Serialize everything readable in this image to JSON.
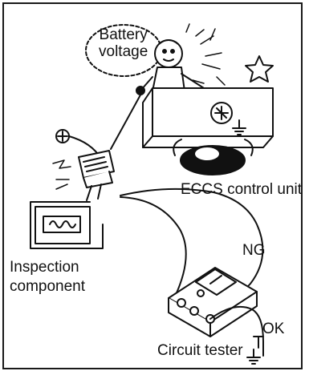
{
  "labels": {
    "battery_voltage_line1": "Battery",
    "battery_voltage_line2": "voltage",
    "control_unit": "ECCS control unit",
    "ng": "NG",
    "inspection_component_line1": "Inspection",
    "inspection_component_line2": "component",
    "ok": "OK",
    "circuit_tester": "Circuit tester"
  },
  "colors": {
    "line": "#111111",
    "background": "#ffffff"
  },
  "icons": [
    "positive-terminal-icon",
    "meter-needle-icon",
    "ground-symbol-icon",
    "spark-icon",
    "star-icon"
  ]
}
